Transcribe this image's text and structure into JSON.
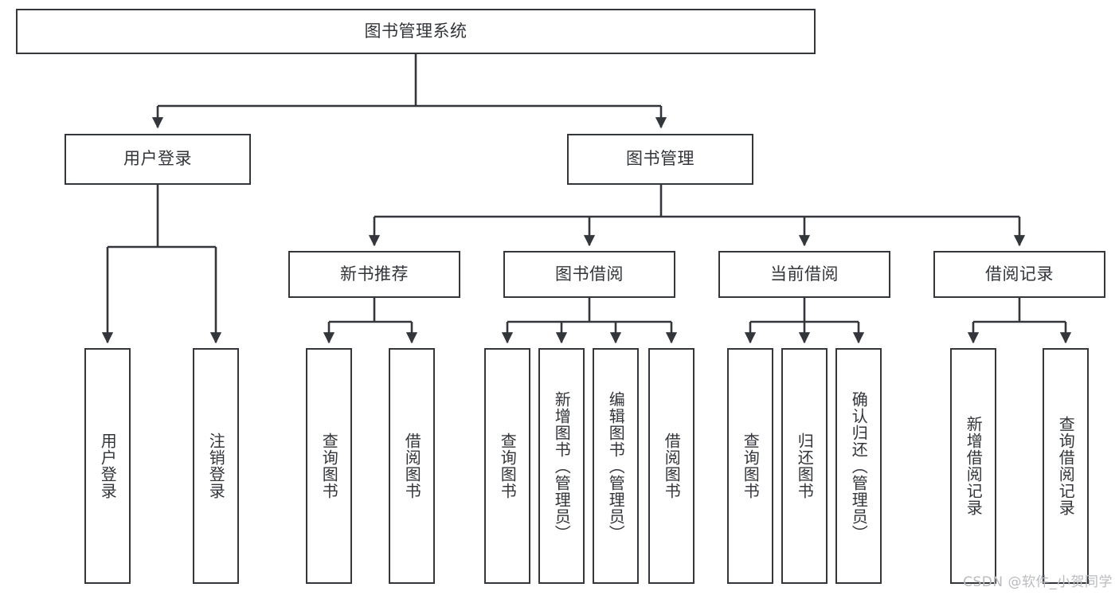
{
  "diagram": {
    "title": "图书管理系统",
    "watermark": "CSDN @软件_小贺同学",
    "stroke_color": "#33363b",
    "text_color": "#32353a",
    "background": "#ffffff",
    "root": {
      "label": "图书管理系统"
    },
    "level2": [
      {
        "label": "用户登录"
      },
      {
        "label": "图书管理"
      }
    ],
    "level3": [
      {
        "label": "新书推荐"
      },
      {
        "label": "图书借阅"
      },
      {
        "label": "当前借阅"
      },
      {
        "label": "借阅记录"
      }
    ],
    "leaves": {
      "user_login": [
        {
          "label": "用户登录"
        },
        {
          "label": "注销登录"
        }
      ],
      "new_book_recommend": [
        {
          "label": "查询图书"
        },
        {
          "label": "借阅图书"
        }
      ],
      "book_borrow": [
        {
          "label": "查询图书"
        },
        {
          "label": "新增图书（管理员）"
        },
        {
          "label": "编辑图书（管理员）"
        },
        {
          "label": "借阅图书"
        }
      ],
      "current_borrow": [
        {
          "label": "查询图书"
        },
        {
          "label": "归还图书"
        },
        {
          "label": "确认归还（管理员）"
        }
      ],
      "borrow_record": [
        {
          "label": "新增借阅记录"
        },
        {
          "label": "查询借阅记录"
        }
      ]
    }
  }
}
